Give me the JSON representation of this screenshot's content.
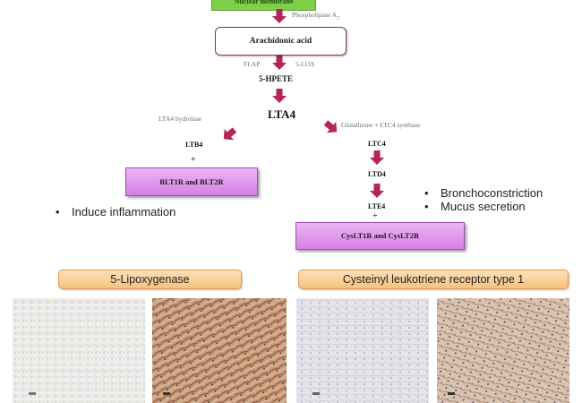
{
  "top_box": {
    "label": "Nuclear membrane"
  },
  "phospholipase_label": "Phospholipase A",
  "phospholipase_sub": "2",
  "arachidonic_acid": "Arachidonic acid",
  "flap_label": "FLAP",
  "lox_label": "5-LOX",
  "hpete": "5-HPETE",
  "lta4": "LTA4",
  "lta4_hydrolase": "LTA4 hydrolase",
  "glutathione_label": "Glutathione + LTC4 synthase",
  "ltb4": "LTB4",
  "plus": "+",
  "ltc4": "LTC4",
  "ltd4": "LTD4",
  "lte4": "LTE4",
  "blt_box": "BLT1R and BLT2R",
  "cyslt_box": "CysLT1R and CysLT2R",
  "bullets_left": [
    "Induce inflammation"
  ],
  "bullets_right": [
    "Bronchoconstriction",
    "Mucus secretion"
  ],
  "bullet_symbol": "•",
  "panels": {
    "left_title": "5-Lipoxygenase",
    "right_title": "Cysteinyl  leukotriene receptor  type  1"
  },
  "colors": {
    "arrow": "#b5245a",
    "magenta_box": "#d98ae8",
    "orange_box": "#f8c88b",
    "green_box": "#7ed04a"
  }
}
